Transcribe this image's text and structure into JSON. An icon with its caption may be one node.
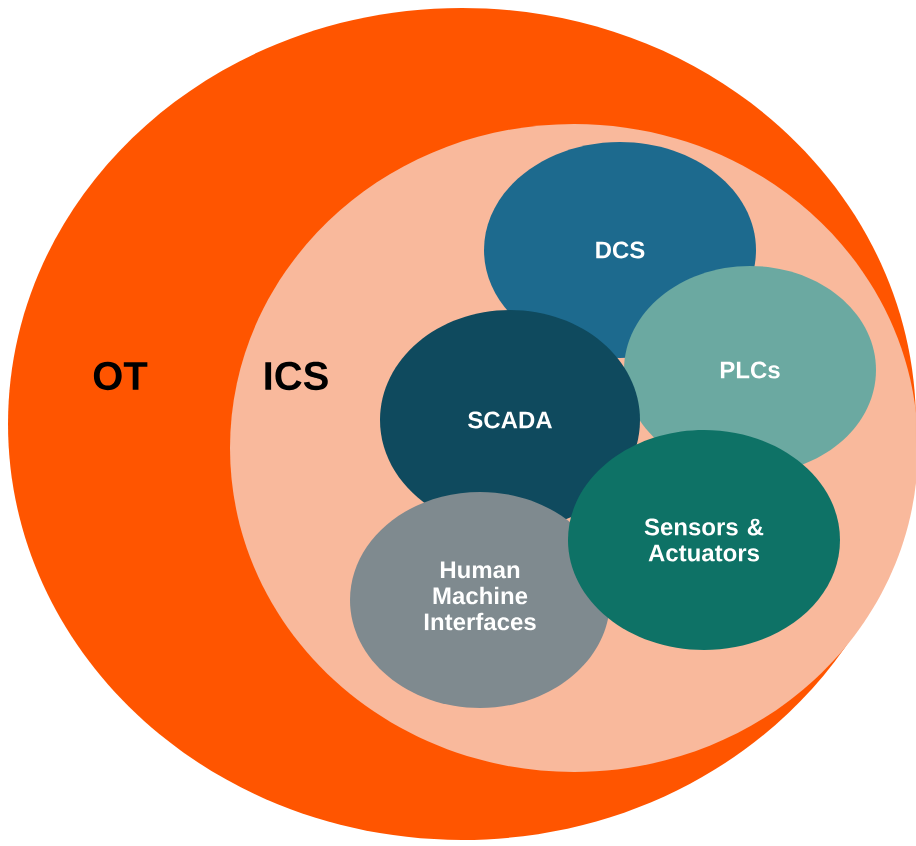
{
  "diagram": {
    "nodes": [
      {
        "text": [
          "OT"
        ]
      },
      {
        "text": [
          "ICS"
        ],
        "in": 0
      },
      {
        "text": [
          "DCS"
        ],
        "in": 1
      },
      {
        "text": [
          "PLCs"
        ],
        "in": 1
      },
      {
        "text": [
          "SCADA"
        ],
        "in": 1
      },
      {
        "text": [
          "Sensors & Actuators"
        ],
        "in": 1
      },
      {
        "text": [
          "Human Machine Interfaces"
        ],
        "in": 1
      }
    ]
  }
}
